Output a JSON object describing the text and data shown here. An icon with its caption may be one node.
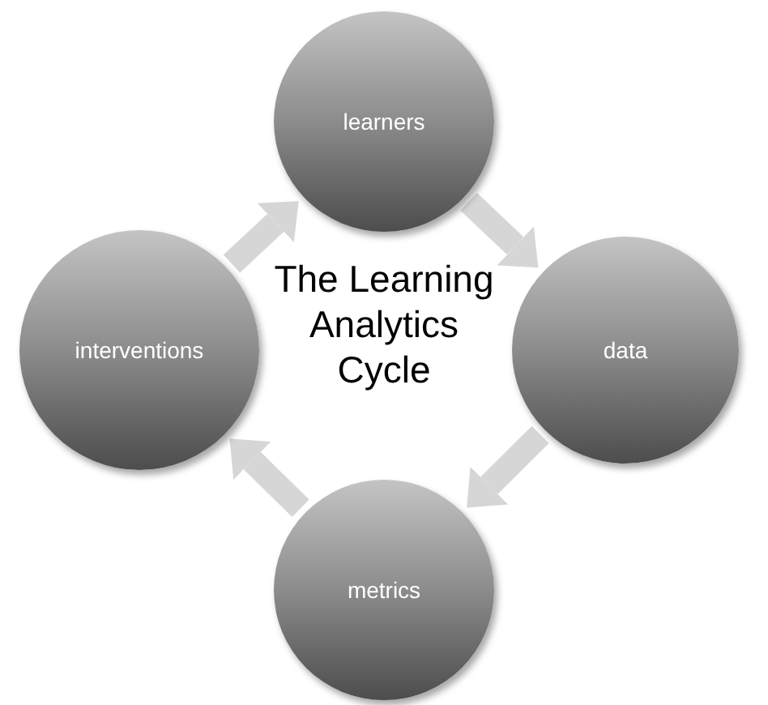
{
  "diagram": {
    "title": "The Learning Analytics Cycle",
    "nodes": [
      {
        "text": [
          "learners"
        ]
      },
      {
        "text": [
          "data"
        ]
      },
      {
        "text": [
          "metrics"
        ]
      },
      {
        "text": [
          "interventions"
        ]
      }
    ],
    "edges": [
      {
        "from": 0,
        "to": 1,
        "arrow": "to"
      },
      {
        "from": 1,
        "to": 2,
        "arrow": "to"
      },
      {
        "from": 2,
        "to": 3,
        "arrow": "to"
      },
      {
        "from": 3,
        "to": 0,
        "arrow": "to"
      }
    ]
  }
}
